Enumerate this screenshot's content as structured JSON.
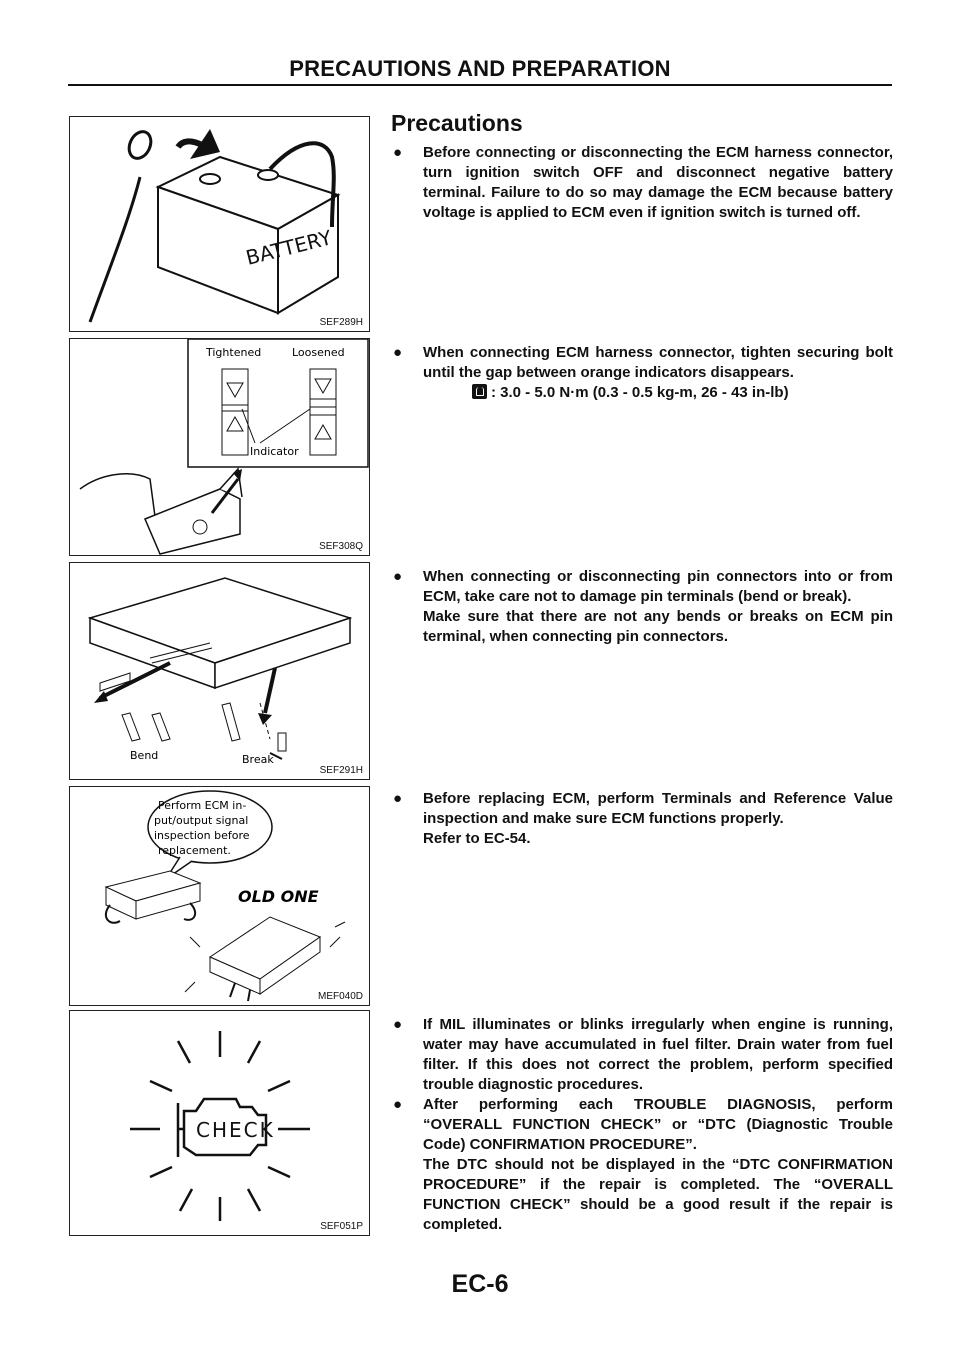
{
  "header": {
    "title": "PRECAUTIONS AND PREPARATION"
  },
  "section": {
    "title": "Precautions"
  },
  "figures": [
    {
      "code": "SEF289H",
      "text": "BATTERY"
    },
    {
      "code": "SEF308Q",
      "labels": [
        "Tightened",
        "Loosened",
        "Indicator"
      ]
    },
    {
      "code": "SEF291H",
      "labels": [
        "Bend",
        "Break"
      ]
    },
    {
      "code": "MEF040D",
      "bubble": [
        "Perform ECM in-",
        "put/output signal",
        "inspection before",
        "replacement."
      ],
      "tag": "OLD ONE"
    },
    {
      "code": "SEF051P",
      "text": "CHECK"
    }
  ],
  "blocks": [
    {
      "bullet": "●",
      "paragraphs": [
        "Before connecting or disconnecting the ECM harness connector, turn ignition switch OFF and disconnect negative battery terminal. Failure to do so may damage the ECM because battery voltage is applied to ECM even if ignition switch is turned off."
      ]
    },
    {
      "bullet": "●",
      "paragraphs": [
        "When connecting ECM harness connector, tighten securing bolt until the gap between orange indicators disappears."
      ],
      "torque": ": 3.0 - 5.0 N·m (0.3 - 0.5 kg-m, 26 - 43 in-lb)"
    },
    {
      "bullet": "●",
      "paragraphs": [
        "When connecting or disconnecting pin connectors into or from ECM, take care not to damage pin terminals (bend or break).",
        "Make sure that there are not any bends or breaks on ECM pin terminal, when connecting pin connectors."
      ]
    },
    {
      "bullet": "●",
      "paragraphs": [
        "Before replacing ECM, perform Terminals and Reference Value inspection and make sure ECM functions properly.",
        "Refer to EC-54."
      ]
    },
    {
      "bullet": "●",
      "paragraphs": [
        "If MIL illuminates or blinks irregularly when engine is running, water may have accumulated in fuel filter. Drain water from fuel filter. If this does not correct the problem, perform specified trouble diagnostic procedures."
      ]
    },
    {
      "bullet": "●",
      "paragraphs": [
        "After performing each TROUBLE DIAGNOSIS, perform “OVERALL FUNCTION CHECK” or “DTC (Diagnostic Trouble Code) CONFIRMATION PROCEDURE”.",
        "The DTC should not be displayed in the “DTC CONFIRMATION PROCEDURE” if the repair is completed. The “OVERALL FUNCTION CHECK” should be a good result if the repair is completed."
      ]
    }
  ],
  "footer": {
    "page": "EC-6"
  }
}
